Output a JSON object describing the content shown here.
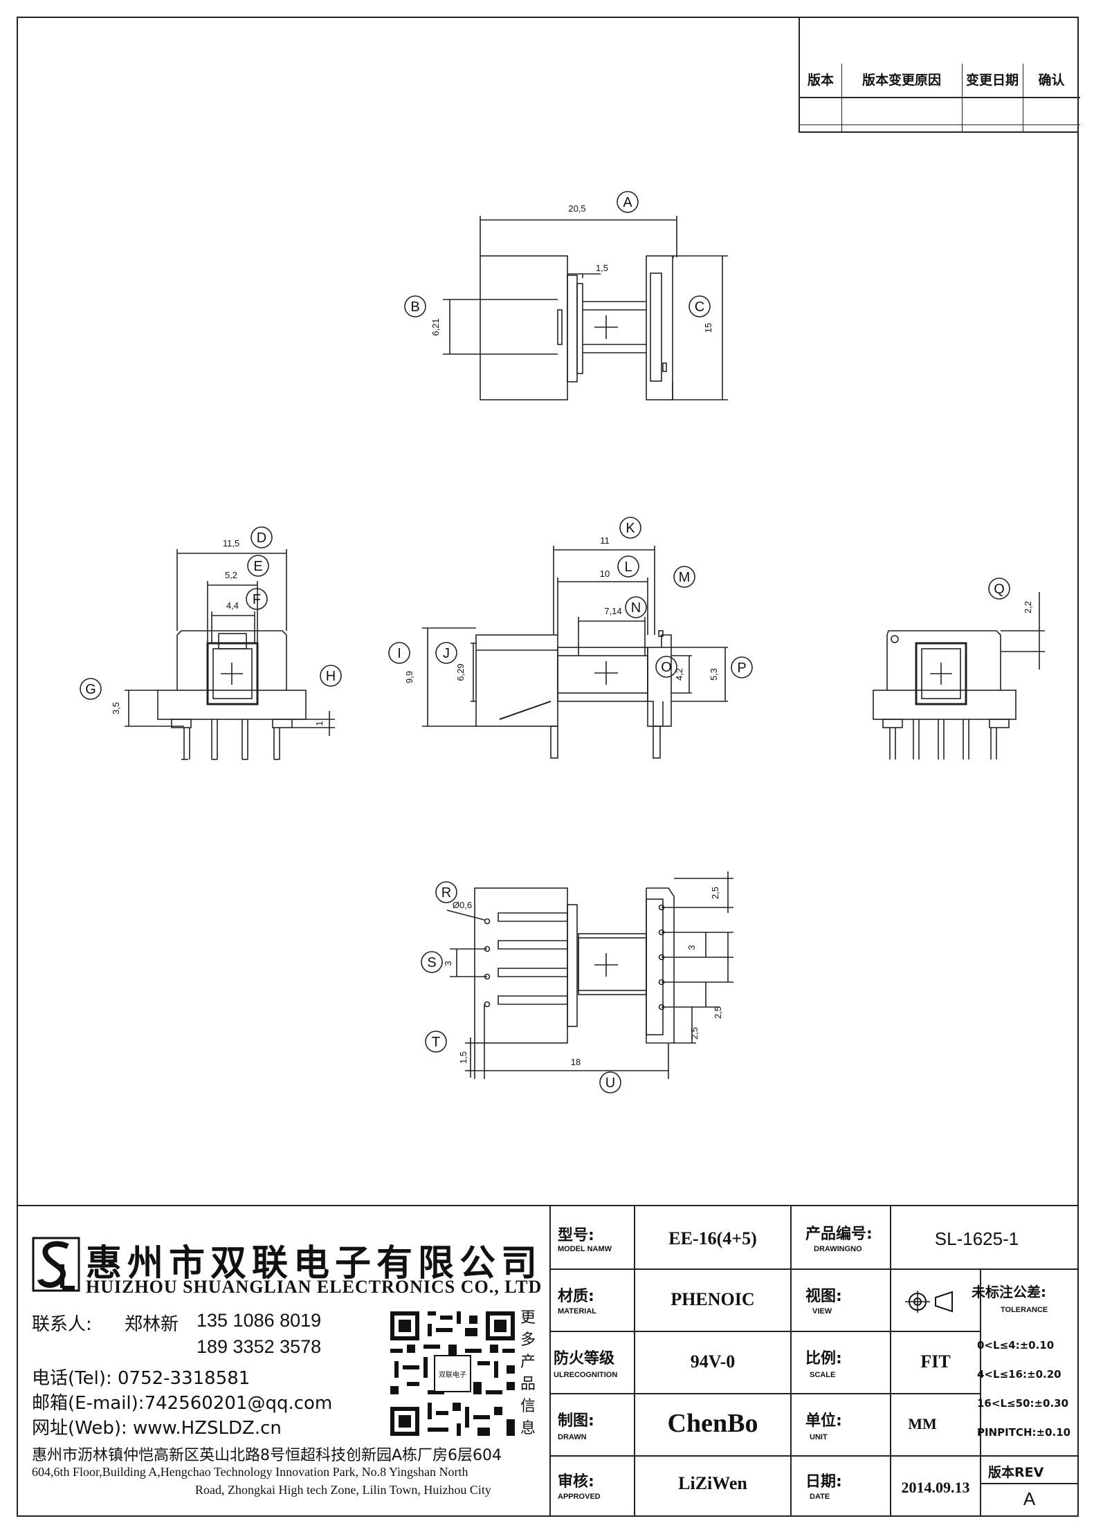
{
  "revision_table": {
    "headers": [
      "版本",
      "版本变更原因",
      "变更日期",
      "确认"
    ]
  },
  "drawing": {
    "callouts": [
      "A",
      "B",
      "C",
      "D",
      "E",
      "F",
      "G",
      "H",
      "I",
      "J",
      "K",
      "L",
      "M",
      "N",
      "O",
      "P",
      "Q",
      "R",
      "S",
      "T",
      "U"
    ],
    "dims": {
      "A": "20,5",
      "B": "6,21",
      "C": "15",
      "slot": "1,5",
      "D": "11,5",
      "E": "5,2",
      "F": "4,4",
      "G": "3,5",
      "H": "1",
      "K": "11",
      "L": "10",
      "N": "7,14",
      "I": "9,9",
      "J": "6,29",
      "O": "4,2",
      "P": "5,3",
      "Q": "2,2",
      "R": "Ø0,6",
      "S": "3",
      "T": "1,5",
      "U": "18",
      "right_top": "2,5",
      "right_mid": "3",
      "right_a": "2,5",
      "right_b": "2,5"
    }
  },
  "company": {
    "name_cn": "惠州市双联电子有限公司",
    "name_en": "HUIZHOU SHUANGLIAN ELECTRONICS CO., LTD",
    "contact_label": "联系人:",
    "contact_name": "郑林新",
    "phone1": "135 1086 8019",
    "phone2": "189 3352 3578",
    "tel": "电话(Tel): 0752-3318581",
    "email": "邮箱(E-mail):742560201@qq.com",
    "web": "网址(Web): www.HZSLDZ.cn",
    "qr_caption": [
      "更",
      "多",
      "产",
      "品",
      "信",
      "息"
    ],
    "qr_center": "双联电子",
    "address_cn": "惠州市沥林镇仲恺高新区英山北路8号恒超科技创新园A栋厂房6层604",
    "address_en_1": "604,6th Floor,Building A,Hengchao Technology Innovation Park, No.8 Yingshan North",
    "address_en_2": "Road, Zhongkai High tech Zone, Lilin Town, Huizhou City"
  },
  "title_block": {
    "model_cn": "型号:",
    "model_en": "MODEL NAMW",
    "model_val": "EE-16(4+5)",
    "drawno_cn": "产品编号:",
    "drawno_en": "DRAWINGNO",
    "drawno_val": "SL-1625-1",
    "material_cn": "材质:",
    "material_en": "MATERIAL",
    "material_val": "PHENOIC",
    "view_cn": "视图:",
    "view_en": "VIEW",
    "tol_cn": "未标注公差:",
    "tol_en": "TOLERANCE",
    "tol_lines": [
      "0<L≤4:±0.10",
      "4<L≤16:±0.20",
      "16<L≤50:±0.30",
      "PINPITCH:±0.10"
    ],
    "ul_cn": "防火等级",
    "ul_en": "ULRECOGNITION",
    "ul_val": "94V-0",
    "scale_cn": "比例:",
    "scale_en": "SCALE",
    "scale_val": "FIT",
    "drawn_cn": "制图:",
    "drawn_en": "DRAWN",
    "drawn_val": "ChenBo",
    "unit_cn": "单位:",
    "unit_en": "UNIT",
    "unit_val": "MM",
    "approved_cn": "审核:",
    "approved_en": "APPROVED",
    "approved_val": "LiZiWen",
    "date_cn": "日期:",
    "date_en": "DATE",
    "date_val": "2014.09.13",
    "rev_label": "版本REV",
    "rev_val": "A"
  }
}
